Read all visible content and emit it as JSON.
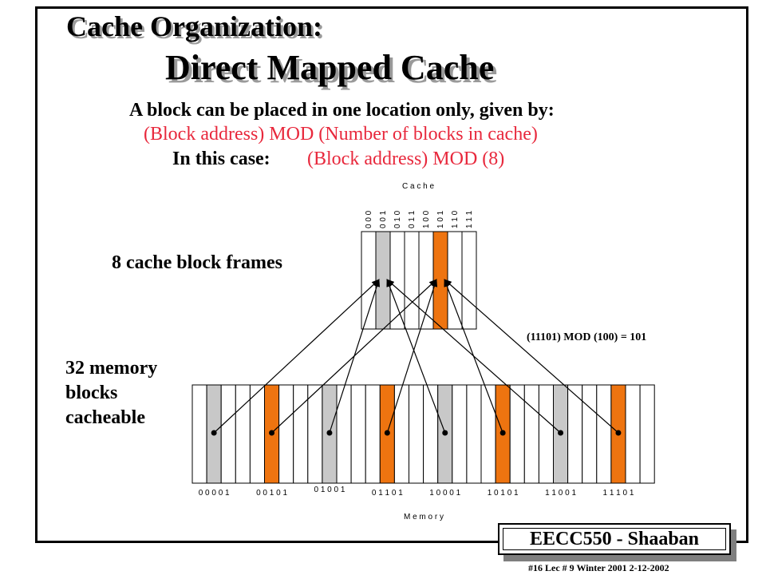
{
  "title": {
    "line1": "Cache Organization:",
    "line2": "Direct Mapped Cache"
  },
  "rule": {
    "text": "A block can be placed in one location only, given by:",
    "formula": "(Block address)  MOD  (Number of blocks in cache)",
    "case_label": "In this case:",
    "case_formula": "(Block address)  MOD  (8)"
  },
  "labels": {
    "cache_frames": "8 cache block frames",
    "memory_blocks": "32 memory blocks cacheable",
    "example": "(11101)  MOD  (100)  =  101",
    "cache_caption": "C a c h e",
    "memory_caption": "M e m  o r y"
  },
  "cache": {
    "indices": [
      "0 0 0",
      "0 0 1",
      "0 1 0",
      "0 1 1",
      "1 0 0",
      "1 0 1",
      "1 1 0",
      "1 1 1"
    ],
    "highlight": {
      "1": "#c8c8c8",
      "5": "#ee7410"
    }
  },
  "memory": {
    "count": 32,
    "labels": [
      "0 0 0 0 1",
      "0 0 1 0 1",
      "0 1 0 0 1",
      "0 1 1 0 1",
      "1 0 0 0 1",
      "1 0 1 0 1",
      "1 1 0 0 1",
      "1 1 1 0 1"
    ],
    "highlight": {
      "1": "#c8c8c8",
      "5": "#ee7410",
      "9": "#c8c8c8",
      "13": "#ee7410",
      "17": "#c8c8c8",
      "21": "#ee7410",
      "25": "#c8c8c8",
      "29": "#ee7410"
    },
    "mapped_blocks": [
      1,
      5,
      9,
      13,
      17,
      21,
      25,
      29
    ],
    "arrow_targets": [
      1,
      5,
      1,
      5,
      1,
      5,
      1,
      5
    ]
  },
  "colors": {
    "accent_orange": "#ee7410",
    "accent_gray": "#c8c8c8",
    "red_text": "#e8283c"
  },
  "footer": {
    "badge": "EECC550 - Shaaban",
    "meta": "#16   Lec # 9   Winter 2001   2-12-2002"
  }
}
